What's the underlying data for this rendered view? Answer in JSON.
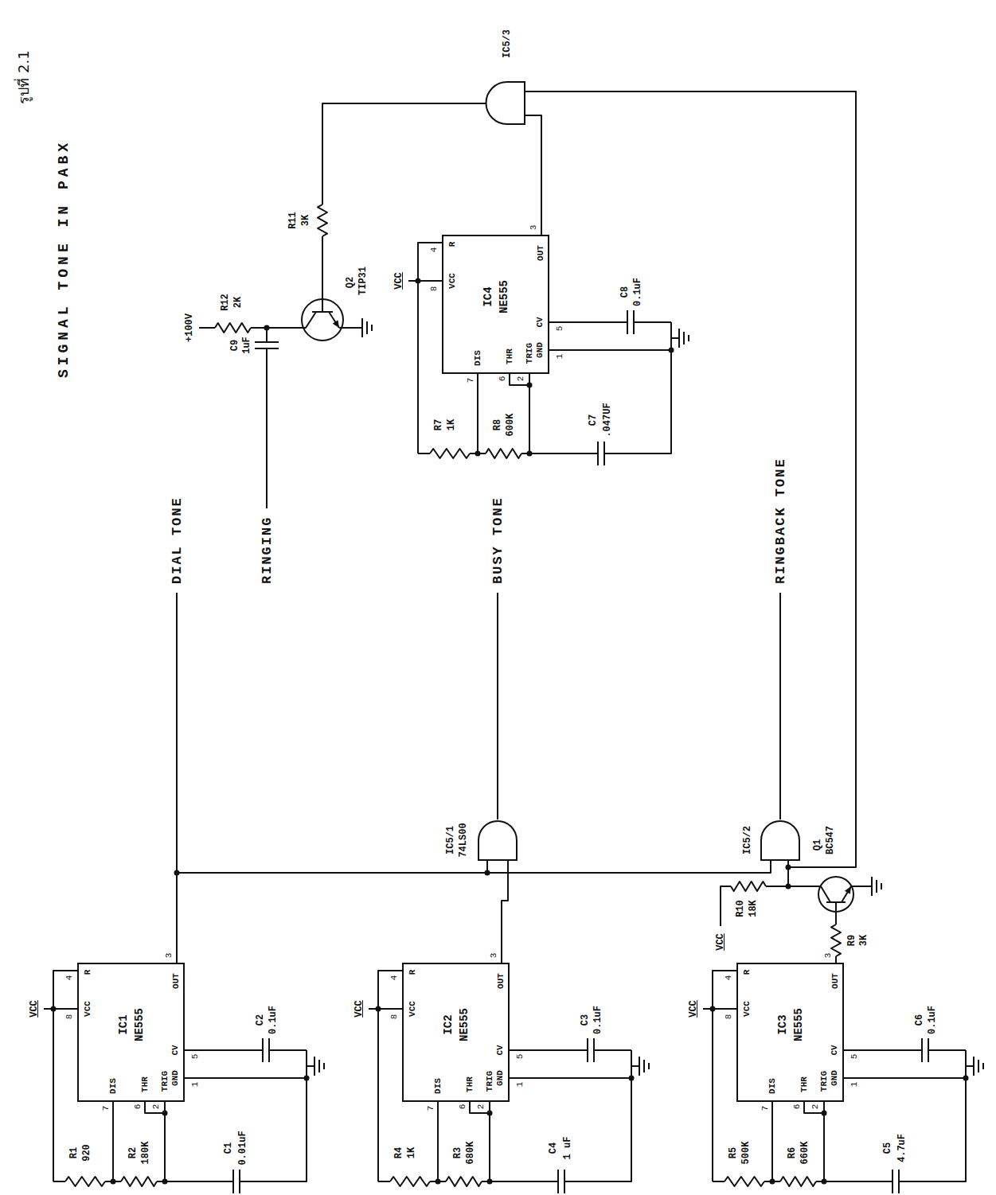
{
  "diagram": {
    "title": "SIGNAL TONE IN PABX",
    "caption": "รูปที่ 2.1",
    "nodes": [
      {
        "text": [
          "IC1",
          "NE555"
        ]
      },
      {
        "text": [
          "IC2",
          "NE555"
        ]
      },
      {
        "text": [
          "IC3",
          "NE555"
        ]
      },
      {
        "text": [
          "IC4",
          "NE555"
        ]
      },
      {
        "text": [
          "IC5/1",
          "74LS00"
        ]
      },
      {
        "text": [
          "IC5/2"
        ]
      },
      {
        "text": [
          "IC5/3"
        ]
      }
    ],
    "edges": [
      {
        "from": 0,
        "to": 4,
        "arrow": "none"
      },
      {
        "from": 0,
        "to": 5,
        "arrow": "none"
      },
      {
        "from": 1,
        "to": 4,
        "arrow": "none"
      },
      {
        "from": 3,
        "to": 6,
        "arrow": "none"
      }
    ],
    "labels": [
      "VCC",
      "8",
      "VCC",
      "4",
      "R",
      "7",
      "DIS",
      "6",
      "THR",
      "2",
      "TRIG",
      "3",
      "OUT",
      "5",
      "CV",
      "1",
      "GND",
      "R1",
      "920",
      "R2",
      "180K",
      "C1",
      "0.01uF",
      "C2",
      "0.1uF",
      "VCC",
      "8",
      "VCC",
      "4",
      "R",
      "7",
      "DIS",
      "6",
      "THR",
      "2",
      "TRIG",
      "3",
      "OUT",
      "5",
      "CV",
      "1",
      "GND",
      "R4",
      "1K",
      "R3",
      "680K",
      "C4",
      "1 uF",
      "C3",
      "0.1uF",
      "VCC",
      "8",
      "VCC",
      "4",
      "R",
      "7",
      "DIS",
      "6",
      "THR",
      "2",
      "TRIG",
      "3",
      "OUT",
      "5",
      "CV",
      "1",
      "GND",
      "R5",
      "500K",
      "R6",
      "660K",
      "C5",
      "4.7uF",
      "C6",
      "0.1uF",
      "VCC",
      "8",
      "VCC",
      "4",
      "R",
      "7",
      "DIS",
      "6",
      "THR",
      "2",
      "TRIG",
      "3",
      "OUT",
      "5",
      "CV",
      "1",
      "GND",
      "R7",
      "1K",
      "R8",
      "600K",
      "C7",
      ".047UF",
      "C8",
      "0.1uF",
      "DIAL TONE",
      "RINGING",
      "BUSY TONE",
      "RINGBACK TONE",
      "+100V",
      "R12",
      "2K",
      "C9",
      "1uF",
      "R11",
      "3K",
      "Q2",
      "TIP31",
      "VCC",
      "R10",
      "18K",
      "R9",
      "3K",
      "Q1",
      "BC547"
    ]
  }
}
